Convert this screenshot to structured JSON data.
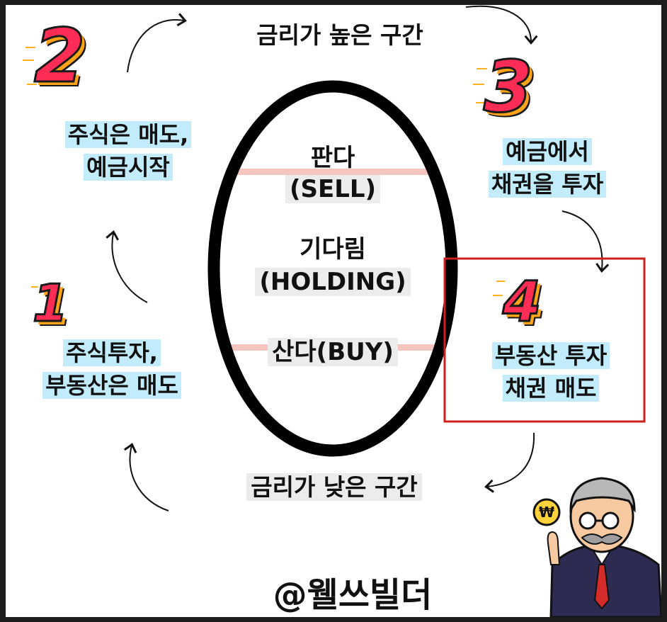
{
  "top_label": "금리가 높은 구간",
  "bottom_label": "금리가 낮은 구간",
  "center": {
    "sell": [
      "판다",
      "(SELL)"
    ],
    "hold": [
      "기다림",
      "(HOLDING)"
    ],
    "buy": "산다(BUY)"
  },
  "steps": [
    {
      "number": "1",
      "lines": [
        "주식투자,",
        "부동산은 매도"
      ]
    },
    {
      "number": "2",
      "lines": [
        "주식은 매도,",
        "예금시작"
      ]
    },
    {
      "number": "3",
      "lines": [
        "예금에서",
        "채권을 투자"
      ]
    },
    {
      "number": "4",
      "lines": [
        "부동산 투자",
        "채권 매도"
      ]
    }
  ],
  "brand": "@웰쓰빌더",
  "coin_symbol": "₩",
  "colors": {
    "highlight": "#c2ecfb",
    "number_fill": "#ff2d55",
    "number_shadow": "#ffa318",
    "box_border": "#d0201e",
    "band": "#f5c6c0"
  }
}
